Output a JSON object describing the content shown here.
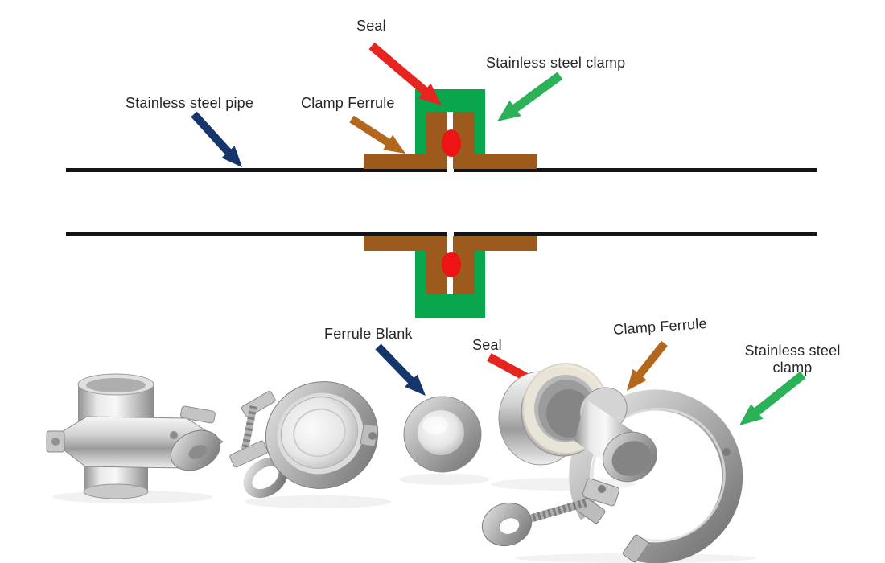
{
  "diagram": {
    "labels": {
      "seal_top": "Seal",
      "stainless_clamp_top": "Stainless steel clamp",
      "stainless_pipe": "Stainless steel pipe",
      "clamp_ferrule_top": "Clamp Ferrule",
      "ferrule_blank": "Ferrule Blank",
      "seal_bottom": "Seal",
      "clamp_ferrule_bottom": "Clamp Ferrule",
      "stainless_clamp_bottom": "Stainless steel\nclamp"
    },
    "colors": {
      "clamp_green": "#0aa64d",
      "ferrule_brown": "#9c5a1d",
      "seal_red": "#ee1414",
      "pipe_black": "#141414",
      "arrow_red": "#e62420",
      "arrow_green": "#2bb157",
      "arrow_blue": "#16356b",
      "arrow_brown": "#b2671c",
      "label_text": "#262626"
    },
    "photos": [
      {
        "name": "clamp-union-assembled"
      },
      {
        "name": "clamp-with-blank-cap"
      },
      {
        "name": "ferrule-blank-disc"
      },
      {
        "name": "ferrules-with-seal"
      },
      {
        "name": "open-stainless-clamp"
      }
    ]
  }
}
